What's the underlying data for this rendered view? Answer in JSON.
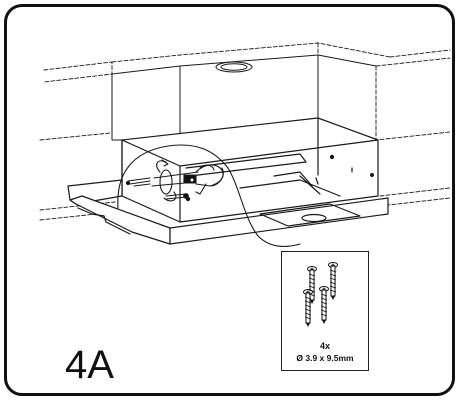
{
  "step": {
    "label": "4A"
  },
  "screws": {
    "count": "4x",
    "size": "Ø 3.9 x 9.5mm"
  },
  "icons": [
    "screwdriver-icon",
    "screw-icon",
    "range-hood-illustration",
    "wall-cabinet-illustration"
  ],
  "colors": {
    "line": "#111111",
    "background": "#ffffff"
  }
}
